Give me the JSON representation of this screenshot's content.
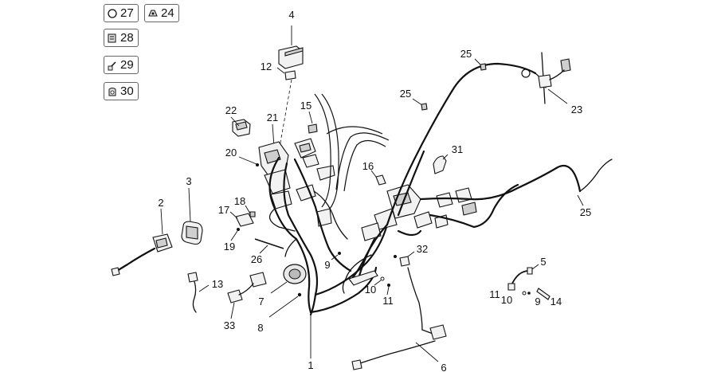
{
  "legend": [
    {
      "label": "27",
      "icon": "o-ring-icon"
    },
    {
      "label": "24",
      "icon": "clip-icon"
    },
    {
      "label": "28",
      "icon": "bracket-clip-icon"
    },
    {
      "label": "29",
      "icon": "cable-tie-icon"
    },
    {
      "label": "30",
      "icon": "holder-clip-icon"
    }
  ],
  "callouts": [
    "4",
    "12",
    "15",
    "22",
    "21",
    "20",
    "25",
    "25",
    "23",
    "31",
    "16",
    "3",
    "2",
    "18",
    "17",
    "19",
    "26",
    "9",
    "32",
    "5",
    "13",
    "7",
    "33",
    "8",
    "10",
    "11",
    "11",
    "10",
    "9",
    "14",
    "1",
    "6",
    "25"
  ]
}
